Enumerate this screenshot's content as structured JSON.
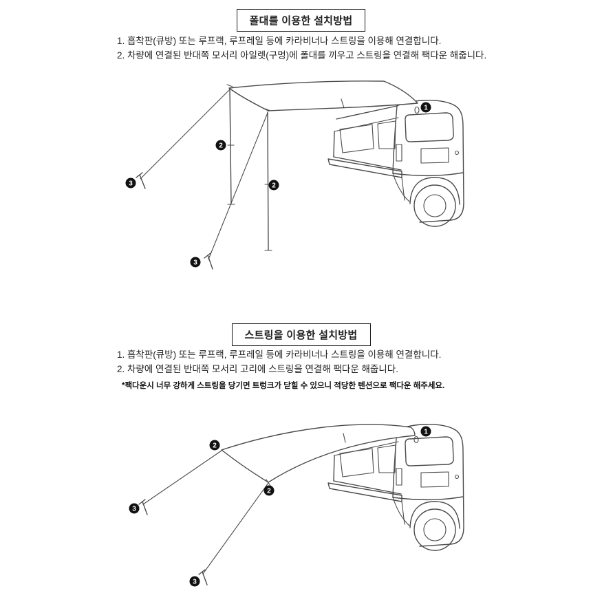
{
  "colors": {
    "line": "#4a4a4a",
    "marker_bg": "#111111",
    "marker_text": "#ffffff",
    "title_border": "#1a1a1a",
    "background": "#ffffff"
  },
  "pole_method": {
    "title": "폴대를 이용한 설치방법",
    "steps": [
      "1. 흡착판(큐방) 또는 루프랙, 루프레일 등에 카라비너나 스트링을 이용해 연결합니다.",
      "2. 차량에 연결된 반대쪽 모서리 아일렛(구멍)에 폴대를 끼우고 스트링을 연결해 팩다운 해줍니다."
    ]
  },
  "string_method": {
    "title": "스트링을 이용한 설치방법",
    "steps": [
      "1. 흡착판(큐방) 또는 루프랙, 루프레일 등에 카라비너나 스트링을 이용해 연결합니다.",
      "2. 차량에 연결된 반대쪽 모서리 고리에 스트링을 연결해 팩다운 해줍니다."
    ],
    "note": "*팩다운시 너무 강하게 스트링을 당기면 트렁크가 닫힐 수 있으니 적당한 텐션으로 팩다운 해주세요."
  },
  "markers": {
    "n1": "1",
    "n2": "2",
    "n3": "3"
  }
}
